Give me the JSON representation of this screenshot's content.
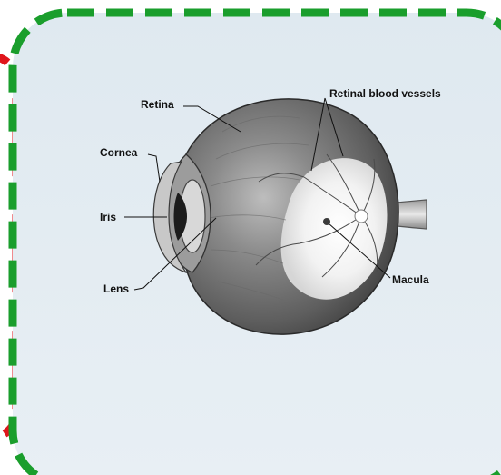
{
  "labels": {
    "retina": "Retina",
    "retinal_blood_vessels": "Retinal blood vessels",
    "cornea": "Cornea",
    "iris": "Iris",
    "lens": "Lens",
    "macula": "Macula"
  },
  "colors": {
    "panel_background": "#e3ecf2",
    "green_dashed_border": "#1a9e2c",
    "red_dashed_border": "#e0151c",
    "label_text": "#111111"
  }
}
